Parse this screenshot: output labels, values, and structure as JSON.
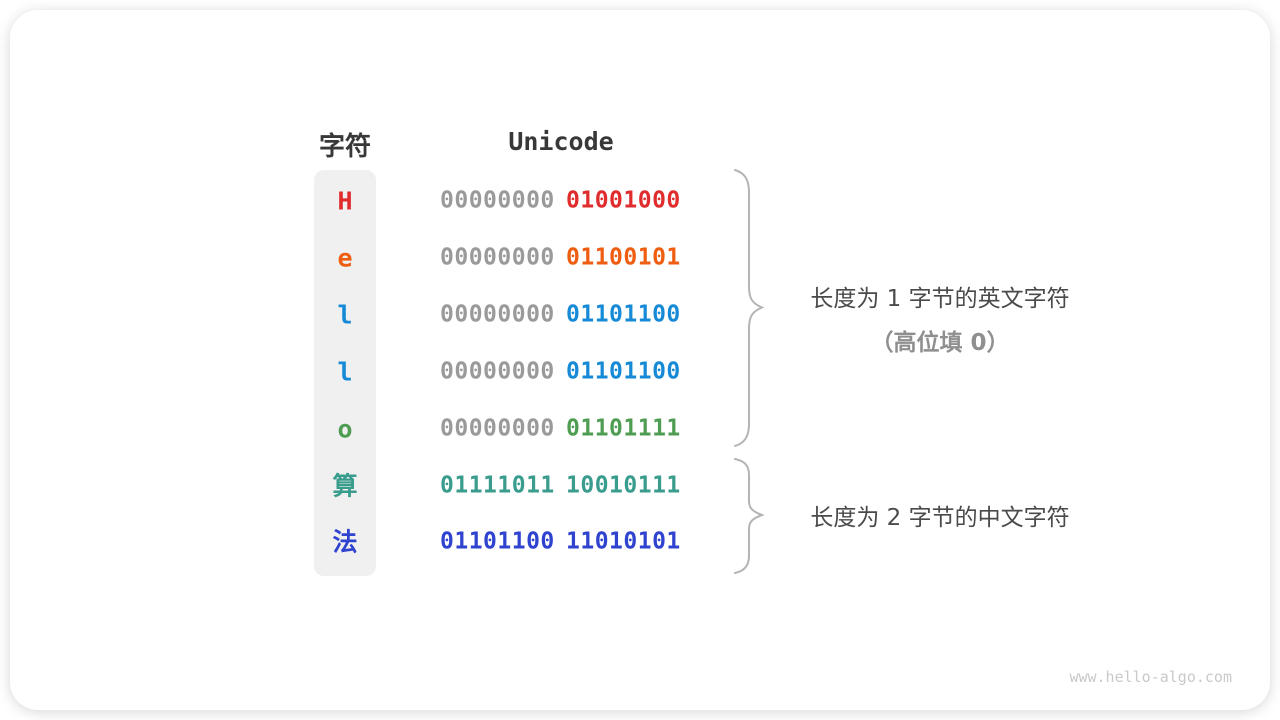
{
  "table": {
    "char_header": "字符",
    "unicode_header": "Unicode",
    "rows": [
      {
        "char": "H",
        "byte1": "00000000",
        "byte2": "01001000",
        "color": "#e02c2c",
        "byte1_color": "#9a9a9a"
      },
      {
        "char": "e",
        "byte1": "00000000",
        "byte2": "01100101",
        "color": "#ee5d10",
        "byte1_color": "#9a9a9a"
      },
      {
        "char": "l",
        "byte1": "00000000",
        "byte2": "01101100",
        "color": "#168ad6",
        "byte1_color": "#9a9a9a"
      },
      {
        "char": "l",
        "byte1": "00000000",
        "byte2": "01101100",
        "color": "#168ad6",
        "byte1_color": "#9a9a9a"
      },
      {
        "char": "o",
        "byte1": "00000000",
        "byte2": "01101111",
        "color": "#4f9d53",
        "byte1_color": "#9a9a9a"
      },
      {
        "char": "算",
        "byte1": "01111011",
        "byte2": "10010111",
        "color": "#3a9c8d",
        "byte1_color": "#3a9c8d"
      },
      {
        "char": "法",
        "byte1": "01101100",
        "byte2": "11010101",
        "color": "#2f43cf",
        "byte1_color": "#2f43cf"
      }
    ]
  },
  "annotations": {
    "english": {
      "line1": "长度为 1 字节的英文字符",
      "line2": "（高位填 0）"
    },
    "chinese": {
      "line1": "长度为 2 字节的中文字符"
    }
  },
  "colors": {
    "brace": "#b4b4b4",
    "gray_bits": "#9a9a9a",
    "char_strip_bg": "#f0f0f0"
  },
  "watermark": "www.hello-algo.com"
}
